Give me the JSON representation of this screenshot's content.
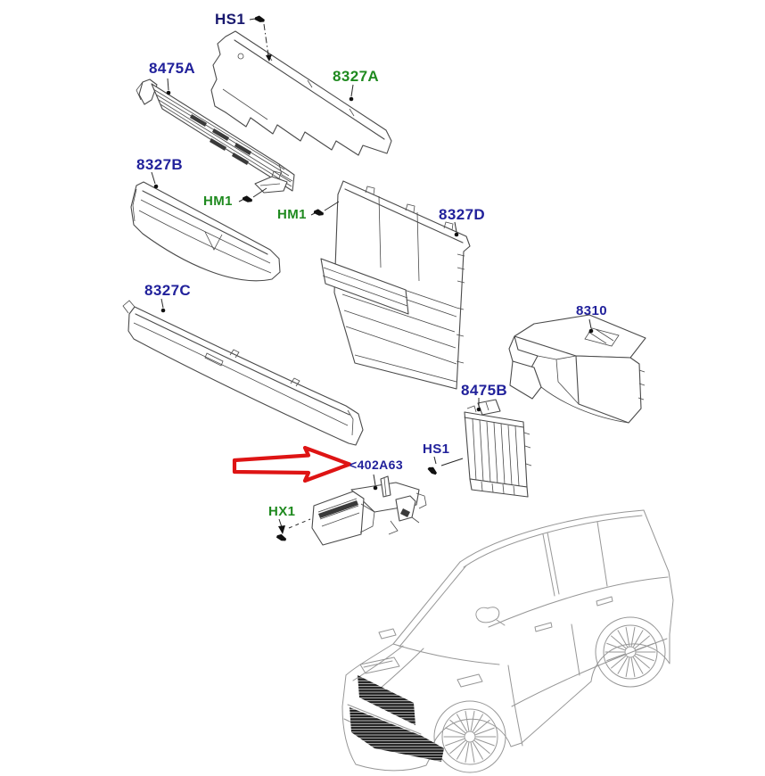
{
  "labels": {
    "hs1_top": {
      "text": "HS1",
      "color": "#18186e",
      "kind": "fastener"
    },
    "p8475a": {
      "text": "8475A",
      "color": "#21219b",
      "kind": "part"
    },
    "p8327a": {
      "text": "8327A",
      "color": "#1f8a1f",
      "kind": "part"
    },
    "p8327b": {
      "text": "8327B",
      "color": "#21219b",
      "kind": "part"
    },
    "hm1_left": {
      "text": "HM1",
      "color": "#1f8a1f",
      "kind": "fastener"
    },
    "hm1_right": {
      "text": "HM1",
      "color": "#1f8a1f",
      "kind": "fastener"
    },
    "p8327d": {
      "text": "8327D",
      "color": "#21219b",
      "kind": "part"
    },
    "p8327c": {
      "text": "8327C",
      "color": "#21219b",
      "kind": "part"
    },
    "p8310": {
      "text": "8310",
      "color": "#21219b",
      "kind": "part"
    },
    "p8475b": {
      "text": "8475B",
      "color": "#21219b",
      "kind": "part"
    },
    "hs1_lower": {
      "text": "HS1",
      "color": "#21219b",
      "kind": "fastener"
    },
    "p402a63": {
      "text": "<402A63",
      "color": "#21219b",
      "kind": "part-highlighted"
    },
    "hx1": {
      "text": "HX1",
      "color": "#1f8a1f",
      "kind": "fastener"
    }
  },
  "annotation": {
    "highlight_arrow_color": "#de1414",
    "highlight_arrow_points_at": "402A63"
  },
  "artwork": {
    "background": "#ffffff",
    "part_line_color": "#4a4a4a",
    "vehicle_line_color": "#979797"
  }
}
